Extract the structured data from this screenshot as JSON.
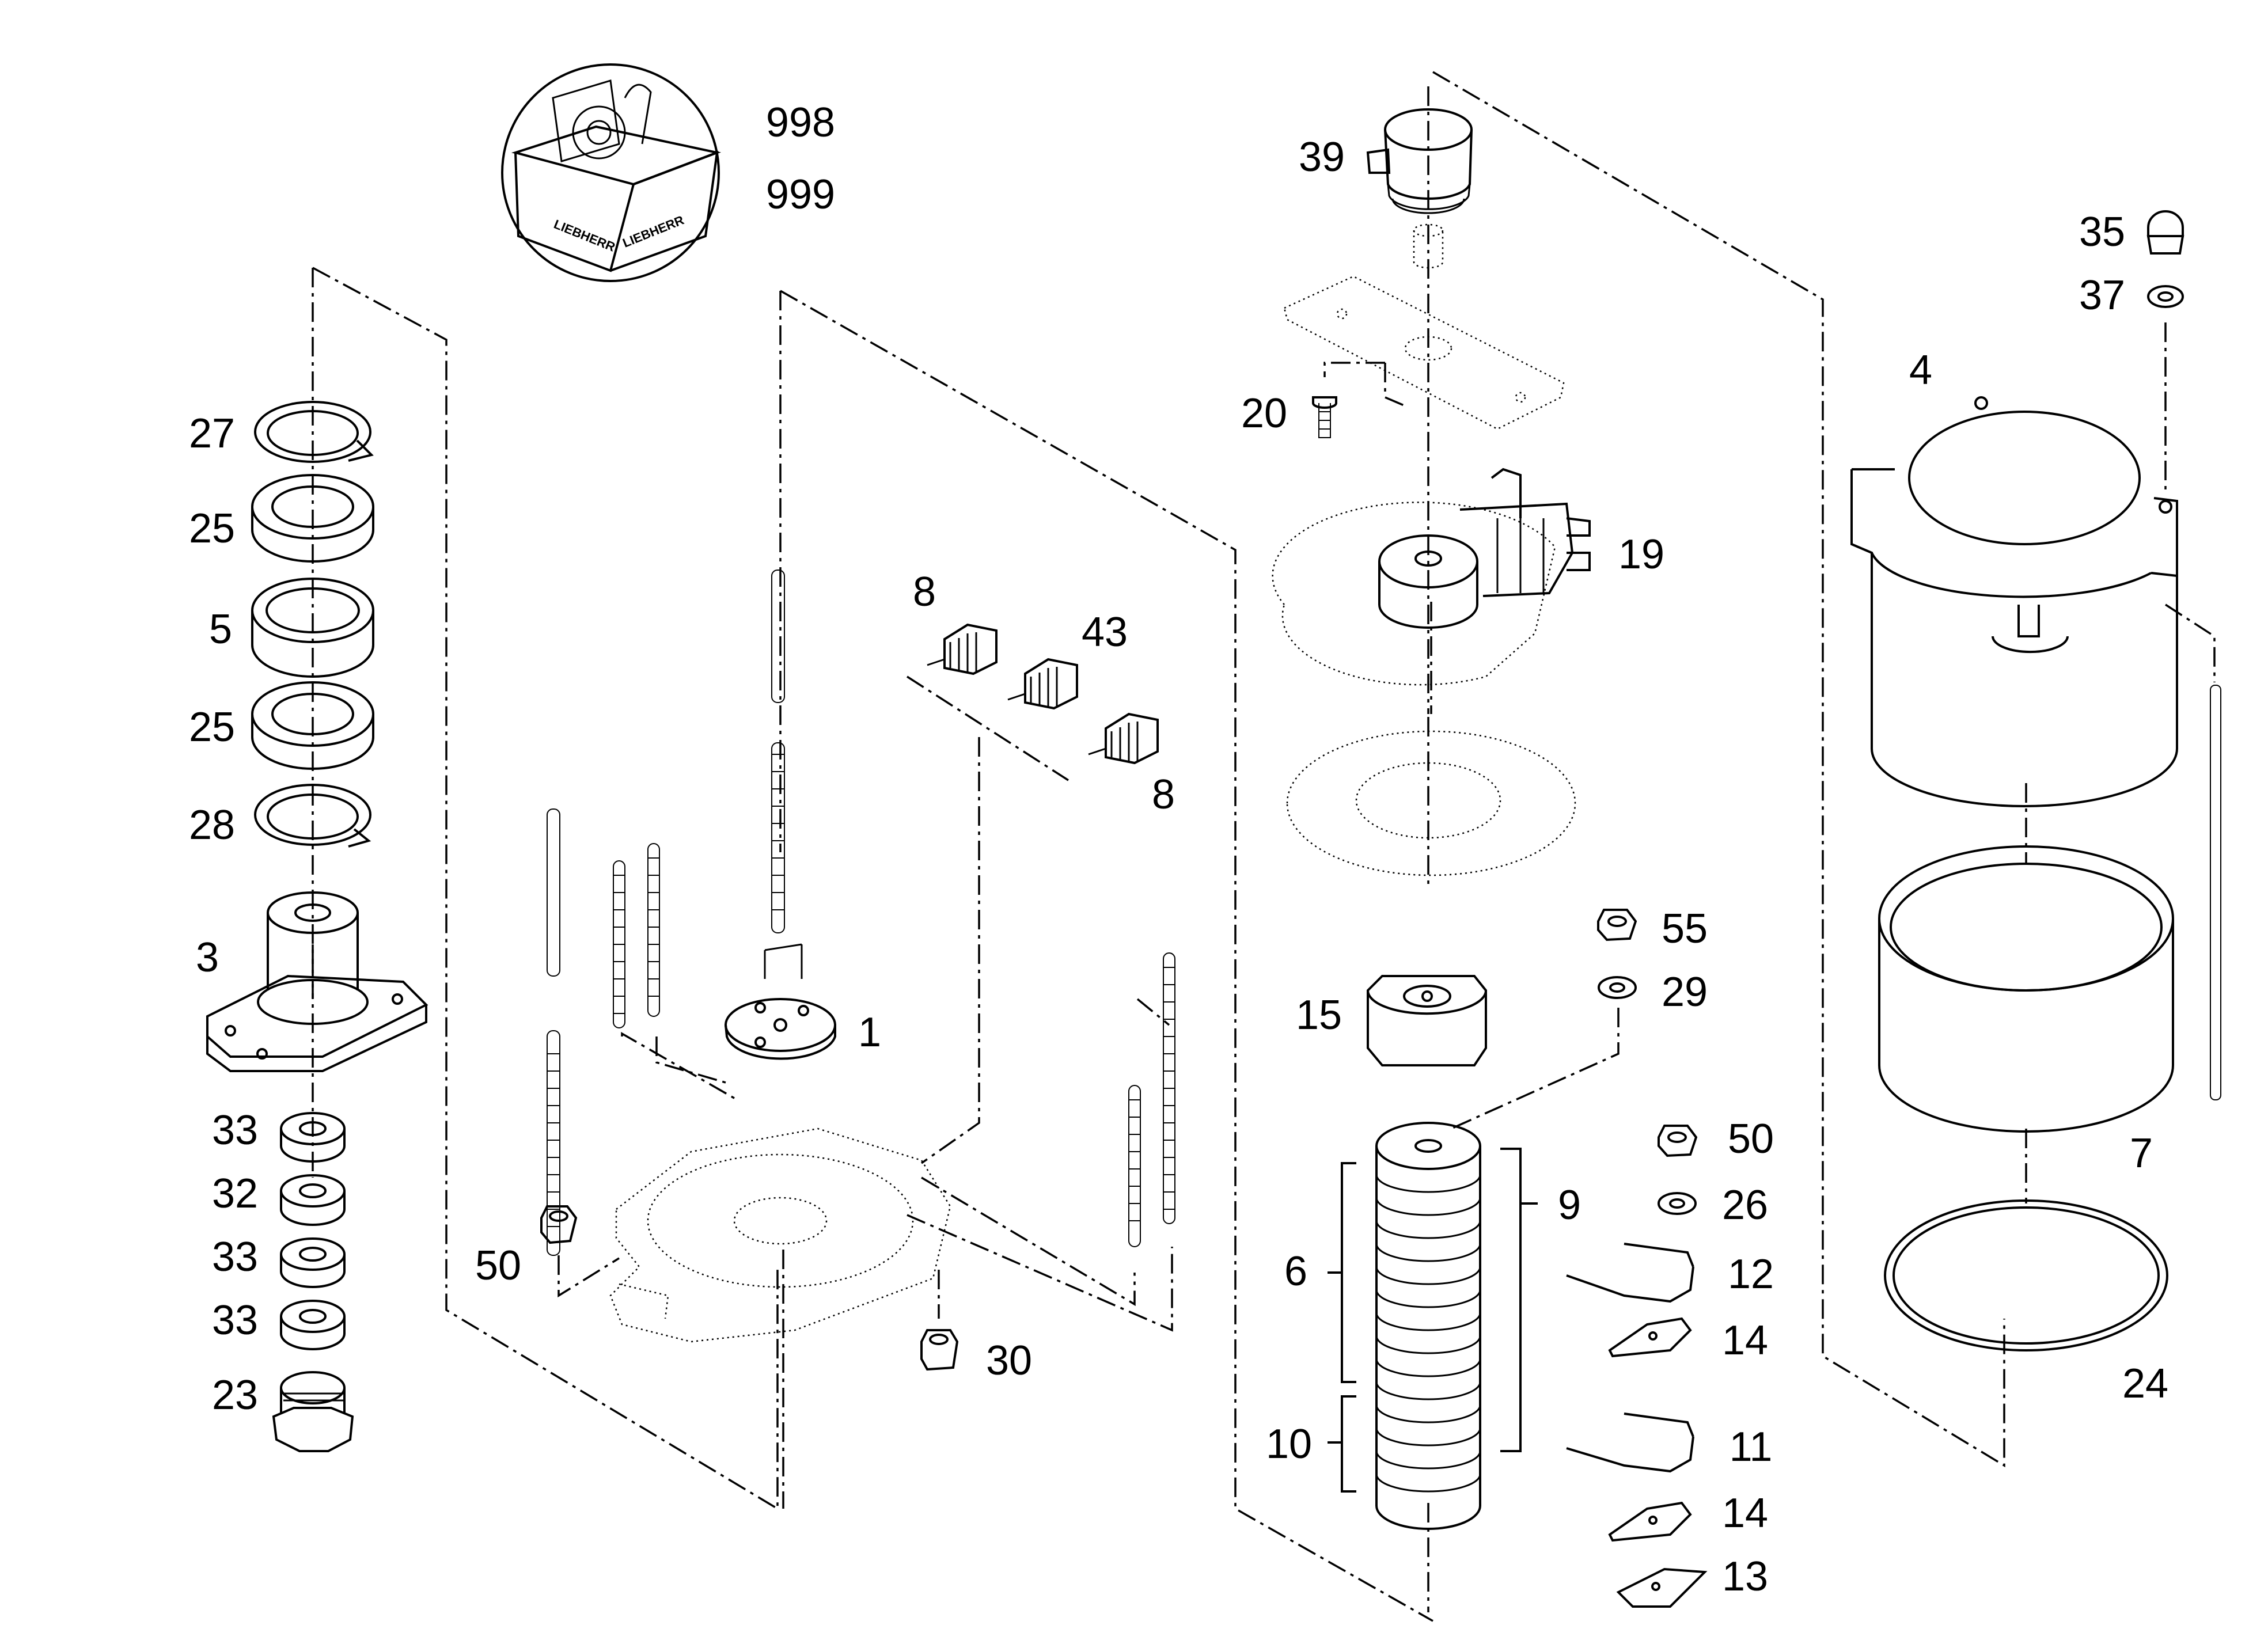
{
  "callouts": [
    {
      "id": "998",
      "text": "998"
    },
    {
      "id": "999",
      "text": "999"
    },
    {
      "id": "27",
      "text": "27"
    },
    {
      "id": "25a",
      "text": "25"
    },
    {
      "id": "5",
      "text": "5"
    },
    {
      "id": "25b",
      "text": "25"
    },
    {
      "id": "28",
      "text": "28"
    },
    {
      "id": "3",
      "text": "3"
    },
    {
      "id": "33a",
      "text": "33"
    },
    {
      "id": "32",
      "text": "32"
    },
    {
      "id": "33b",
      "text": "33"
    },
    {
      "id": "33c",
      "text": "33"
    },
    {
      "id": "23",
      "text": "23"
    },
    {
      "id": "50a",
      "text": "50"
    },
    {
      "id": "1",
      "text": "1"
    },
    {
      "id": "8a",
      "text": "8"
    },
    {
      "id": "43",
      "text": "43"
    },
    {
      "id": "8b",
      "text": "8"
    },
    {
      "id": "30",
      "text": "30"
    },
    {
      "id": "39",
      "text": "39"
    },
    {
      "id": "20",
      "text": "20"
    },
    {
      "id": "19",
      "text": "19"
    },
    {
      "id": "15",
      "text": "15"
    },
    {
      "id": "55",
      "text": "55"
    },
    {
      "id": "29",
      "text": "29"
    },
    {
      "id": "9",
      "text": "9"
    },
    {
      "id": "6",
      "text": "6"
    },
    {
      "id": "10",
      "text": "10"
    },
    {
      "id": "50b",
      "text": "50"
    },
    {
      "id": "26",
      "text": "26"
    },
    {
      "id": "12",
      "text": "12"
    },
    {
      "id": "14a",
      "text": "14"
    },
    {
      "id": "11",
      "text": "11"
    },
    {
      "id": "14b",
      "text": "14"
    },
    {
      "id": "13",
      "text": "13"
    },
    {
      "id": "35",
      "text": "35"
    },
    {
      "id": "37",
      "text": "37"
    },
    {
      "id": "4",
      "text": "4"
    },
    {
      "id": "7",
      "text": "7"
    },
    {
      "id": "24",
      "text": "24"
    }
  ],
  "box_icon": {
    "brand_text": "LIEBHERR"
  }
}
